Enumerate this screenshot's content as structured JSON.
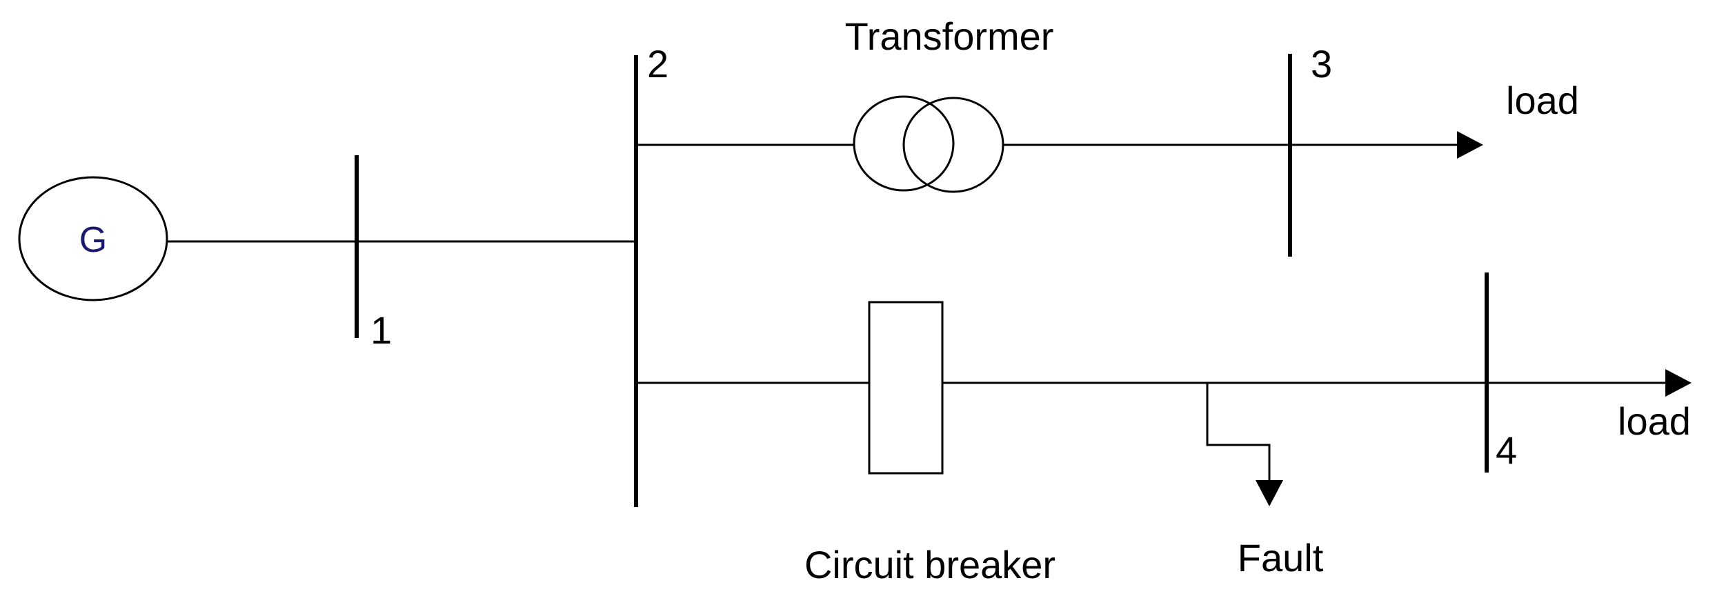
{
  "generator": {
    "label": "G"
  },
  "buses": [
    {
      "id": "bus-1",
      "label": "1"
    },
    {
      "id": "bus-2",
      "label": "2"
    },
    {
      "id": "bus-3",
      "label": "3"
    },
    {
      "id": "bus-4",
      "label": "4"
    }
  ],
  "components": {
    "transformer": "Transformer",
    "circuit_breaker": "Circuit breaker",
    "fault": "Fault"
  },
  "loads": {
    "load_bus3": "load",
    "load_bus4": "load"
  },
  "colors": {
    "line": "#000000",
    "generator_text": "#1a1a6e"
  }
}
